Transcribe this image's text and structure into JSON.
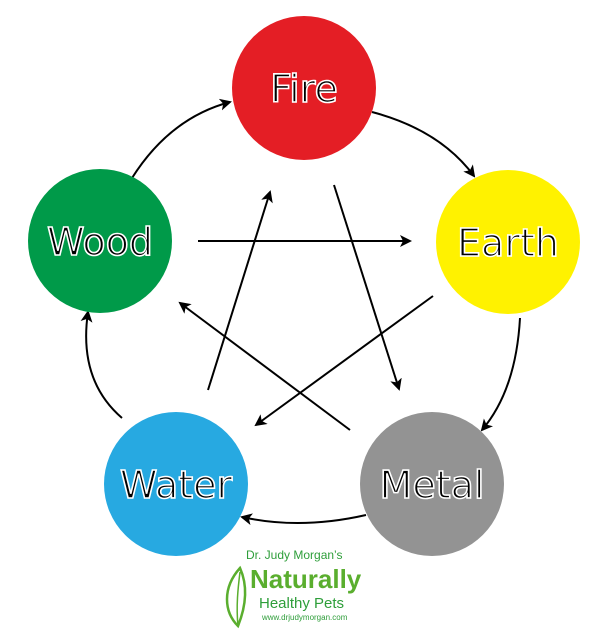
{
  "elements": [
    {
      "id": "fire",
      "label": "Fire",
      "color": "#e41e25"
    },
    {
      "id": "earth",
      "label": "Earth",
      "color": "#fff200"
    },
    {
      "id": "metal",
      "label": "Metal",
      "color": "#939393"
    },
    {
      "id": "water",
      "label": "Water",
      "color": "#27a9e1"
    },
    {
      "id": "wood",
      "label": "Wood",
      "color": "#009a49"
    }
  ],
  "generating_cycle": [
    [
      "fire",
      "earth"
    ],
    [
      "earth",
      "metal"
    ],
    [
      "metal",
      "water"
    ],
    [
      "water",
      "wood"
    ],
    [
      "wood",
      "fire"
    ]
  ],
  "controlling_cycle": [
    [
      "fire",
      "metal"
    ],
    [
      "metal",
      "wood"
    ],
    [
      "wood",
      "earth"
    ],
    [
      "earth",
      "water"
    ],
    [
      "water",
      "fire"
    ]
  ],
  "logo": {
    "line1": "Dr. Judy Morgan’s",
    "line2": "Naturally",
    "line3": "Healthy Pets",
    "url": "www.drjudymorgan.com",
    "leaf_color": "#5aae2e"
  }
}
